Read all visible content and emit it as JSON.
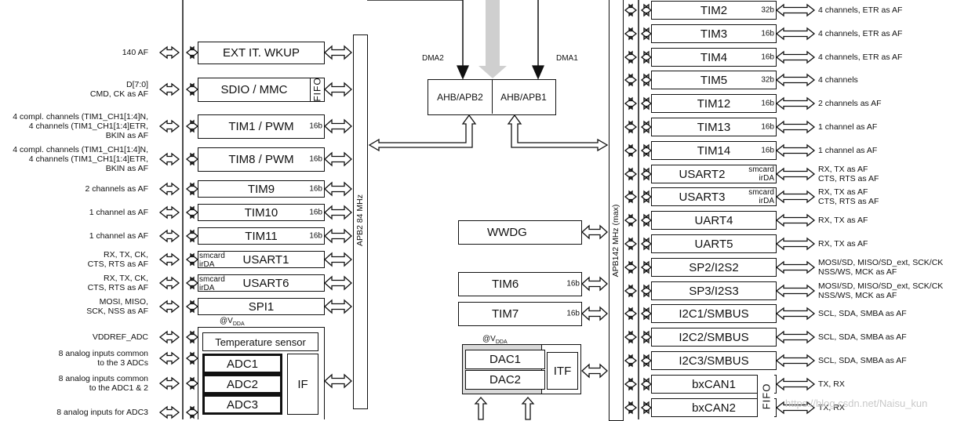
{
  "top_labels": {
    "dma2": "DMA2",
    "dma1": "DMA1"
  },
  "bridges": {
    "apb2": "AHB/APB2",
    "apb1": "AHB/APB1"
  },
  "bus_labels": {
    "apb2": "APB2 84 MHz",
    "apb1": "APB142 MHz (max)"
  },
  "supply_label": {
    "prefix": "@V",
    "sub": "DDA"
  },
  "left_blocks": [
    {
      "name": "EXT IT. WKUP",
      "bits": "",
      "prefix": "",
      "fifo": "",
      "label": [
        "140 AF"
      ]
    },
    {
      "name": "SDIO / MMC",
      "bits": "",
      "prefix": "",
      "fifo": "FIFO",
      "label": [
        "D[7:0]",
        "CMD, CK as AF"
      ]
    },
    {
      "name": "TIM1 / PWM",
      "bits": "16b",
      "prefix": "",
      "fifo": "",
      "label": [
        "4 compl. channels (TIM1_CH1[1:4]N,",
        "4 channels (TIM1_CH1[1:4]ETR,",
        "BKIN as AF"
      ]
    },
    {
      "name": "TIM8 / PWM",
      "bits": "16b",
      "prefix": "",
      "fifo": "",
      "label": [
        "4 compl. channels (TIM1_CH1[1:4]N,",
        "4 channels (TIM1_CH1[1:4]ETR,",
        "BKIN as AF"
      ]
    },
    {
      "name": "TIM9",
      "bits": "16b",
      "prefix": "",
      "fifo": "",
      "label": [
        "2 channels as AF"
      ]
    },
    {
      "name": "TIM10",
      "bits": "16b",
      "prefix": "",
      "fifo": "",
      "label": [
        "1 channel as AF"
      ]
    },
    {
      "name": "TIM11",
      "bits": "16b",
      "prefix": "",
      "fifo": "",
      "label": [
        "1 channel as AF"
      ]
    },
    {
      "name": "USART1",
      "bits": "",
      "prefix": "smcard\nirDA",
      "fifo": "",
      "label": [
        "RX, TX, CK,",
        "CTS, RTS as AF"
      ]
    },
    {
      "name": "USART6",
      "bits": "",
      "prefix": "smcard\nirDA",
      "fifo": "",
      "label": [
        "RX, TX, CK,",
        "CTS, RTS as AF"
      ]
    },
    {
      "name": "SPI1",
      "bits": "",
      "prefix": "",
      "fifo": "",
      "label": [
        "MOSI, MISO,",
        "SCK, NSS as AF"
      ]
    }
  ],
  "adc_group": {
    "temp": "Temperature sensor",
    "adcs": [
      "ADC1",
      "ADC2",
      "ADC3"
    ],
    "if": "IF",
    "labels": [
      [
        "VDDREF_ADC"
      ],
      [
        "8 analog inputs common",
        "to the 3 ADCs"
      ],
      [
        "8 analog inputs common",
        "to the ADC1 & 2"
      ],
      [
        "8 analog inputs for ADC3"
      ]
    ]
  },
  "center_blocks": [
    {
      "name": "WWDG",
      "bits": ""
    },
    {
      "name": "TIM6",
      "bits": "16b"
    },
    {
      "name": "TIM7",
      "bits": "16b"
    }
  ],
  "dac_group": {
    "dacs": [
      "DAC1",
      "DAC2"
    ],
    "itf": "ITF"
  },
  "right_blocks": [
    {
      "name": "TIM2",
      "bits": "32b",
      "prefix": "",
      "fifo": "",
      "label": [
        "4 channels, ETR as AF"
      ]
    },
    {
      "name": "TIM3",
      "bits": "16b",
      "prefix": "",
      "fifo": "",
      "label": [
        "4 channels, ETR as AF"
      ]
    },
    {
      "name": "TIM4",
      "bits": "16b",
      "prefix": "",
      "fifo": "",
      "label": [
        "4 channels, ETR as AF"
      ]
    },
    {
      "name": "TIM5",
      "bits": "32b",
      "prefix": "",
      "fifo": "",
      "label": [
        "4 channels"
      ]
    },
    {
      "name": "TIM12",
      "bits": "16b",
      "prefix": "",
      "fifo": "",
      "label": [
        "2 channels as AF"
      ]
    },
    {
      "name": "TIM13",
      "bits": "16b",
      "prefix": "",
      "fifo": "",
      "label": [
        "1 channel as AF"
      ]
    },
    {
      "name": "TIM14",
      "bits": "16b",
      "prefix": "",
      "fifo": "",
      "label": [
        "1 channel as AF"
      ]
    },
    {
      "name": "USART2",
      "bits": "",
      "prefix": "smcard\nirDA",
      "fifo": "",
      "label": [
        "RX, TX as AF",
        "CTS, RTS as AF"
      ]
    },
    {
      "name": "USART3",
      "bits": "",
      "prefix": "smcard\nirDA",
      "fifo": "",
      "label": [
        "RX, TX as AF",
        "CTS, RTS as AF"
      ]
    },
    {
      "name": "UART4",
      "bits": "",
      "prefix": "",
      "fifo": "",
      "label": [
        "RX, TX as AF"
      ]
    },
    {
      "name": "UART5",
      "bits": "",
      "prefix": "",
      "fifo": "",
      "label": [
        "RX, TX as AF"
      ]
    },
    {
      "name": "SP2/I2S2",
      "bits": "",
      "prefix": "",
      "fifo": "",
      "label": [
        "MOSI/SD, MISO/SD_ext, SCK/CK",
        "NSS/WS, MCK as AF"
      ]
    },
    {
      "name": "SP3/I2S3",
      "bits": "",
      "prefix": "",
      "fifo": "",
      "label": [
        "MOSI/SD, MISO/SD_ext, SCK/CK",
        "NSS/WS, MCK as AF"
      ]
    },
    {
      "name": "I2C1/SMBUS",
      "bits": "",
      "prefix": "",
      "fifo": "",
      "label": [
        "SCL, SDA, SMBA as AF"
      ]
    },
    {
      "name": "I2C2/SMBUS",
      "bits": "",
      "prefix": "",
      "fifo": "",
      "label": [
        "SCL, SDA, SMBA as AF"
      ]
    },
    {
      "name": "I2C3/SMBUS",
      "bits": "",
      "prefix": "",
      "fifo": "",
      "label": [
        "SCL, SDA, SMBA as AF"
      ]
    },
    {
      "name": "bxCAN1",
      "bits": "",
      "prefix": "",
      "fifo": "FIFO",
      "label": [
        "TX, RX"
      ]
    },
    {
      "name": "bxCAN2",
      "bits": "",
      "prefix": "",
      "fifo": "",
      "label": [
        "TX, RX"
      ]
    }
  ],
  "watermark": "https://blog.csdn.net/Naisu_kun"
}
